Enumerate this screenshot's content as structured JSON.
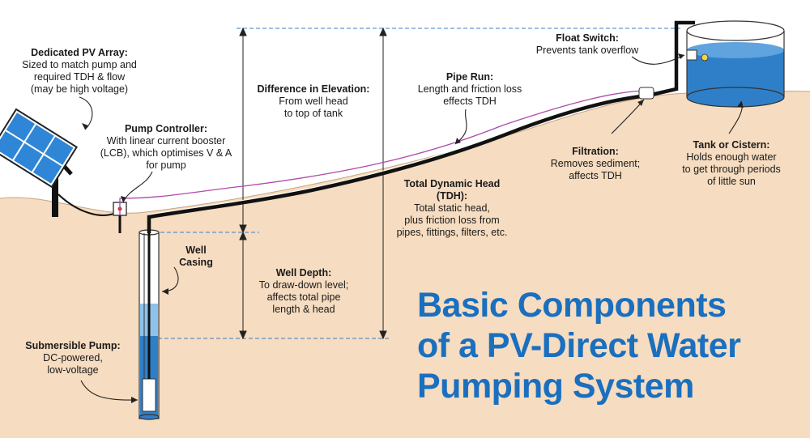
{
  "colors": {
    "ground": "#f6dcc0",
    "water": "#2f7fc8",
    "water_light": "#8ec2ea",
    "pipe": "#111111",
    "wire": "#b04aa8",
    "dash": "#3a7fc4",
    "title": "#1a6fbf",
    "panel": "#2f86d6"
  },
  "labels": {
    "pv_array": {
      "heading": "Dedicated PV Array:",
      "body": "Sized to match pump and\nrequired TDH & flow\n(may be high voltage)"
    },
    "pump_controller": {
      "heading": "Pump Controller:",
      "body": "With linear current booster\n(LCB), which optimises V & A\nfor pump"
    },
    "elevation": {
      "heading": "Difference in Elevation:",
      "body": "From well head\nto top of tank"
    },
    "pipe_run": {
      "heading": "Pipe Run:",
      "body": "Length and friction loss\neffects TDH"
    },
    "float_switch": {
      "heading": "Float Switch:",
      "body": "Prevents tank overflow"
    },
    "filtration": {
      "heading": "Filtration:",
      "body": "Removes sediment;\naffects TDH"
    },
    "tank": {
      "heading": "Tank or Cistern:",
      "body": "Holds enough water\nto get through periods\nof little sun"
    },
    "tdh": {
      "heading": "Total Dynamic Head\n(TDH):",
      "body": "Total static head,\nplus friction loss from\npipes, fittings, filters, etc."
    },
    "well_casing": {
      "heading": "Well\nCasing",
      "body": ""
    },
    "well_depth": {
      "heading": "Well Depth:",
      "body": "To draw-down level;\naffects total pipe\nlength & head"
    },
    "pump": {
      "heading": "Submersible Pump:",
      "body": "DC-powered,\nlow-voltage"
    }
  },
  "title": {
    "line1": "Basic Components",
    "line2": "of a PV-Direct Water",
    "line3": "Pumping System"
  }
}
